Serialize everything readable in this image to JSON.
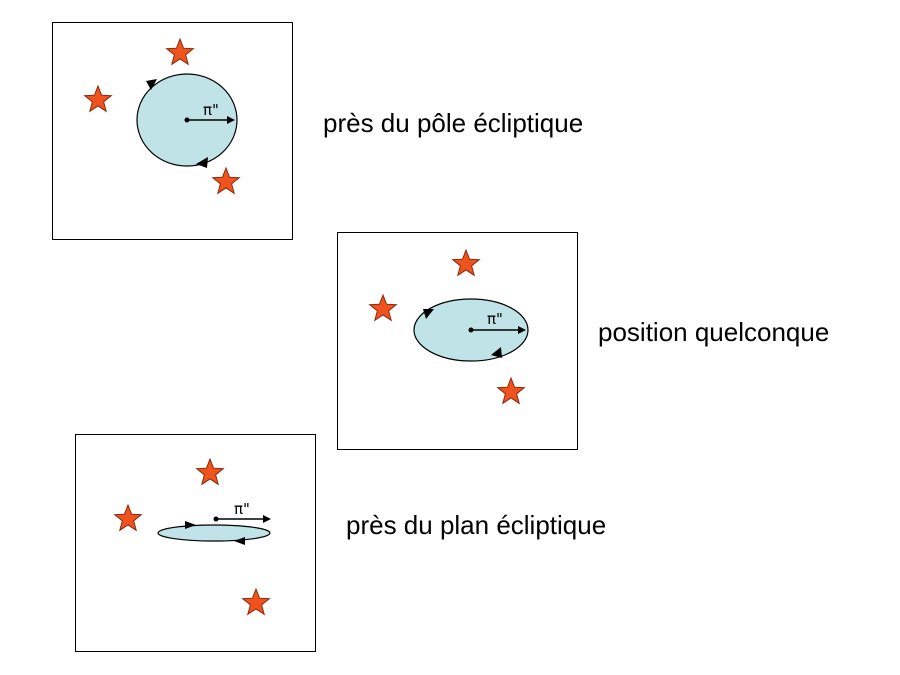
{
  "panels": [
    {
      "caption": "près du pôle écliptique",
      "parallax_label": "π\""
    },
    {
      "caption": "position quelconque",
      "parallax_label": "π\""
    },
    {
      "caption": "près du plan écliptique",
      "parallax_label": "π\""
    }
  ],
  "colors": {
    "ellipse_fill": "#bfe3e6",
    "star_fill": "#f0541e",
    "star_stroke": "#8a2a0c",
    "line": "#000000"
  },
  "icons": {
    "star": "star-icon",
    "direction_arrow": "arrowhead-icon"
  }
}
